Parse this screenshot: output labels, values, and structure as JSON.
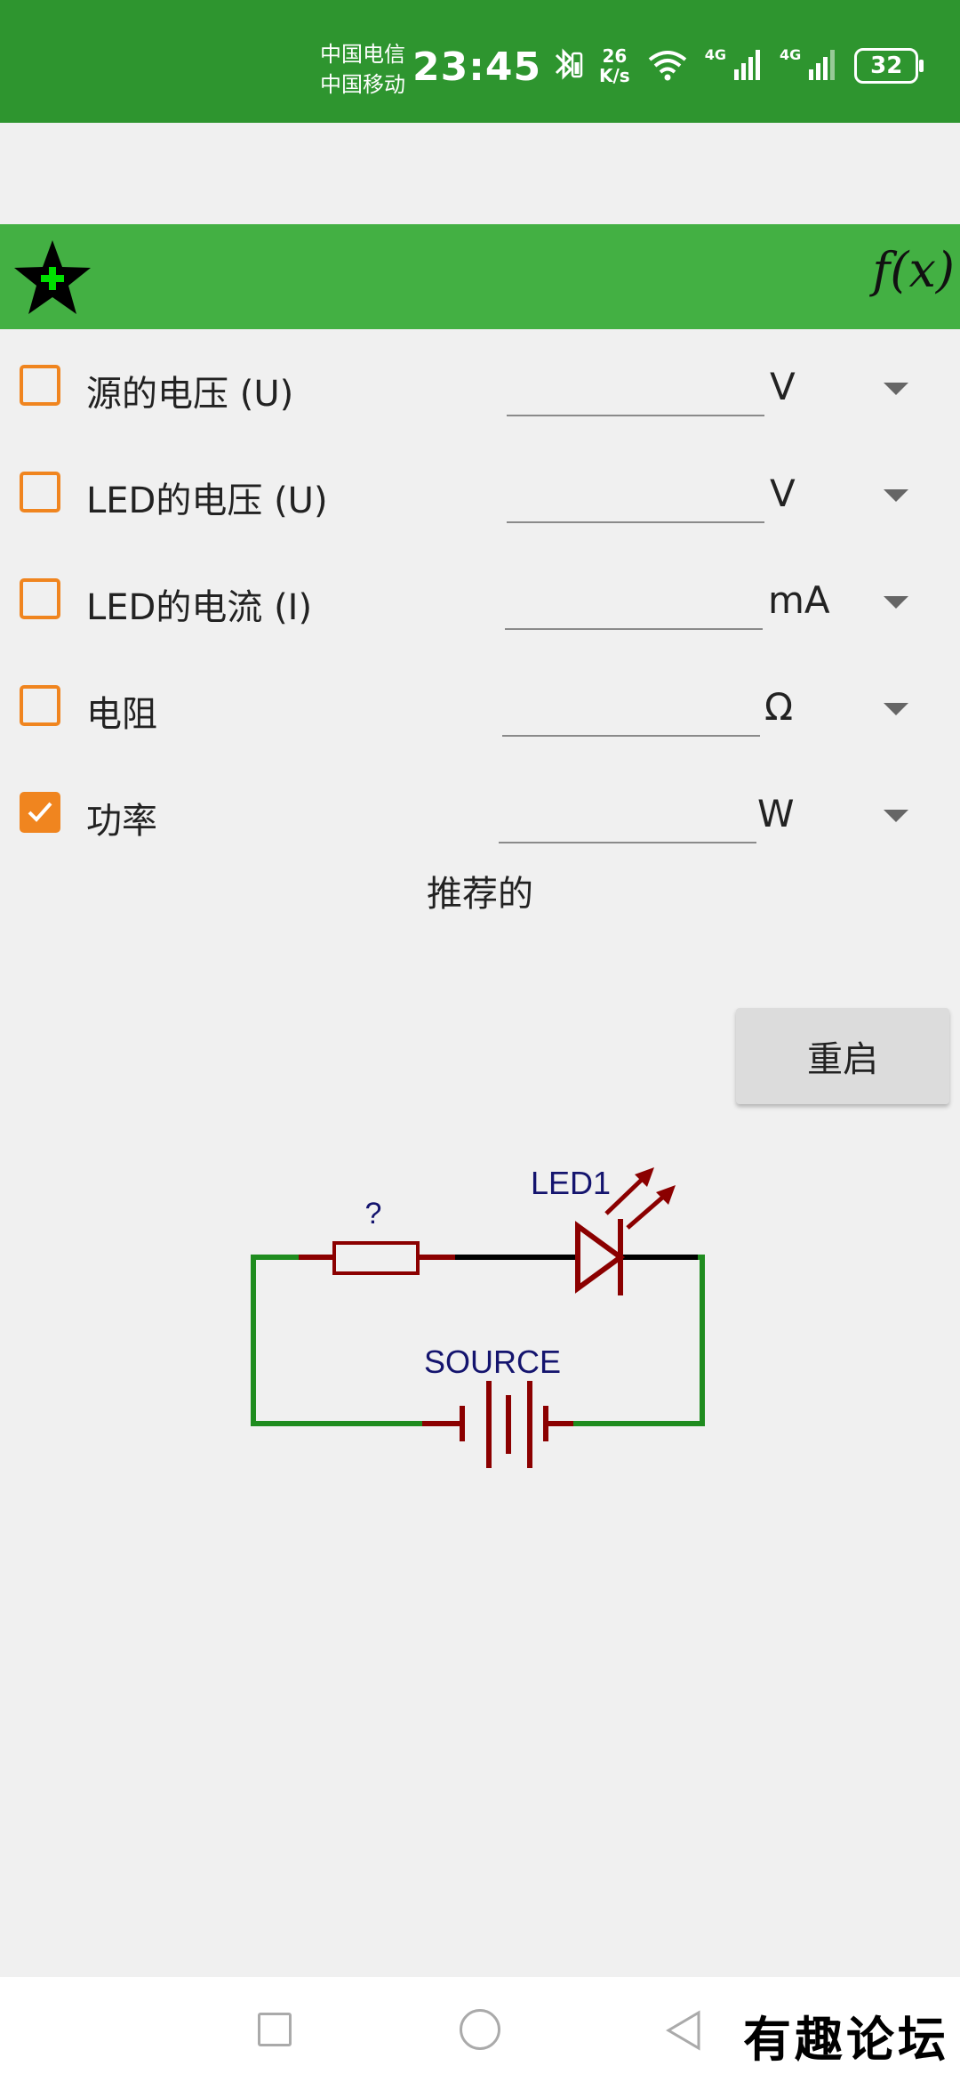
{
  "status_bar": {
    "carrier_1": "中国电信",
    "carrier_2": "中国移动",
    "time": "23:45",
    "net_speed_value": "26",
    "net_speed_unit": "K/s",
    "signal_1_label": "4G",
    "signal_2_label": "4G",
    "battery": "32"
  },
  "toolbar": {
    "fx_label": "f(x)"
  },
  "rows": [
    {
      "label": "源的电压 (U)",
      "value": "",
      "unit": "V",
      "checked": false
    },
    {
      "label": "LED的电压 (U)",
      "value": "",
      "unit": "V",
      "checked": false
    },
    {
      "label": "LED的电流 (I)",
      "value": "",
      "unit": "mA",
      "checked": false
    },
    {
      "label": "电阻",
      "value": "",
      "unit": "Ω",
      "checked": false
    },
    {
      "label": "功率",
      "value": "",
      "unit": "W",
      "checked": true
    }
  ],
  "recommended_label": "推荐的",
  "restart_label": "重启",
  "circuit": {
    "resistor_label": "?",
    "led_label": "LED1",
    "source_label": "SOURCE"
  },
  "watermark": "有趣论坛",
  "colors": {
    "status_bar": "#2e952f",
    "toolbar": "#43b043",
    "checkbox": "#f0851f",
    "wire_green": "#1f8c1f",
    "component_red": "#8b0000",
    "label_blue": "#14146e"
  }
}
